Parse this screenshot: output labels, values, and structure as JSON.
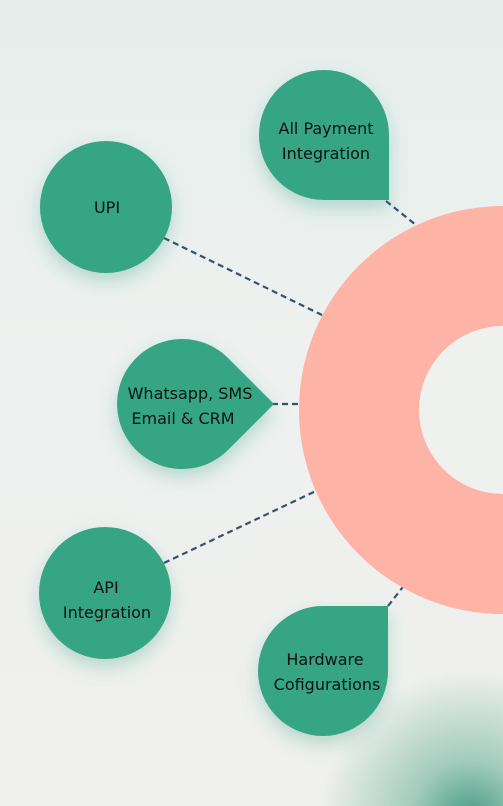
{
  "colors": {
    "node_fill": "#36a583",
    "hub_fill": "#fdb3a6",
    "hub_hole": "#eff1ef",
    "connector": "#3a5068",
    "text": "#111111"
  },
  "nodes": {
    "payment": {
      "line1": "All Payment",
      "line2": "Integration"
    },
    "upi": {
      "line1": "UPI"
    },
    "messaging": {
      "line1": "Whatsapp, SMS",
      "line2": "Email & CRM"
    },
    "api": {
      "line1": "API",
      "line2": "Integration"
    },
    "hardware": {
      "line1": "Hardware",
      "line2": "Cofigurations"
    }
  }
}
